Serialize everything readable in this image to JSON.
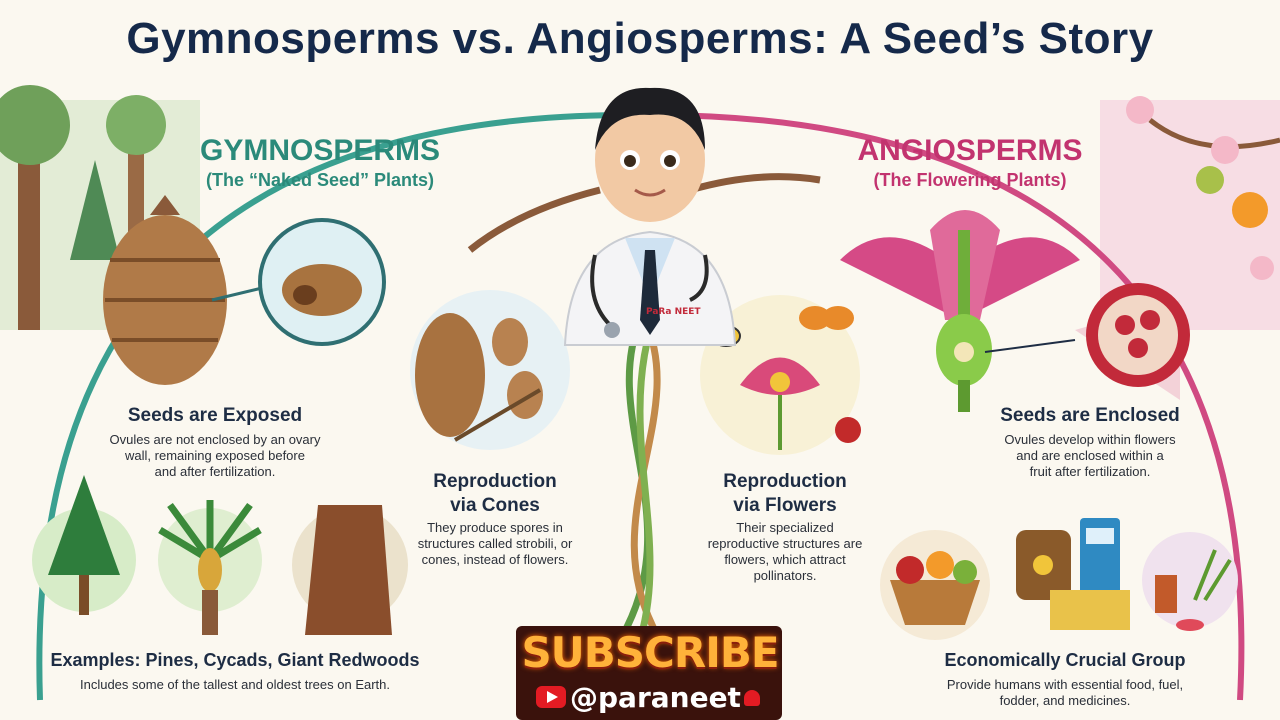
{
  "title": "Gymnosperms vs. Angiosperms: A Seed’s Story",
  "gymnosperms": {
    "heading": "GYMNOSPERMS",
    "subheading": "(The “Naked Seed” Plants)",
    "seeds": {
      "title": "Seeds are Exposed",
      "lines": [
        "Ovules are not enclosed by an ovary",
        "wall, remaining exposed before",
        "and after fertilization."
      ]
    },
    "reproduction": {
      "title_lines": [
        "Reproduction",
        "via Cones"
      ],
      "lines": [
        "They produce spores in",
        "structures called strobili, or",
        "cones, instead of flowers."
      ]
    },
    "examples": {
      "title": "Examples: Pines, Cycads, Giant Redwoods",
      "line": "Includes some of the tallest and oldest trees on Earth."
    }
  },
  "angiosperms": {
    "heading": "ANGIOSPERMS",
    "subheading": "(The Flowering Plants)",
    "seeds": {
      "title": "Seeds are Enclosed",
      "lines": [
        "Ovules develop within flowers",
        "and are enclosed within a",
        "fruit after fertilization."
      ]
    },
    "reproduction": {
      "title_lines": [
        "Reproduction",
        "via Flowers"
      ],
      "lines": [
        "Their specialized",
        "reproductive structures are",
        "flowers, which attract",
        "pollinators."
      ]
    },
    "economic": {
      "title": "Economically Crucial Group",
      "lines": [
        "Provide humans with essential food, fuel,",
        "fodder, and medicines."
      ]
    }
  },
  "badge": "PaRa NEET",
  "subscribe": {
    "label": "SUBSCRIBE",
    "handle": "@paraneet"
  },
  "colors": {
    "gym_accent": "#2b8a7a",
    "ang_accent": "#c2336f",
    "title": "#15294a",
    "subscribe_orange": "#ffb23a",
    "youtube_red": "#e31b23"
  },
  "icons": [
    "pine-cone-icon",
    "seed-icon",
    "cone-branch-icon",
    "flower-icon",
    "butterfly-icon",
    "bee-icon",
    "pomegranate-icon",
    "pine-tree-icon",
    "cycad-icon",
    "redwood-icon",
    "fruit-basket-icon",
    "barrel-icon",
    "fuel-pump-icon",
    "hay-bale-icon",
    "medicine-icon",
    "doctor-mascot-icon",
    "youtube-icon",
    "bell-icon"
  ]
}
